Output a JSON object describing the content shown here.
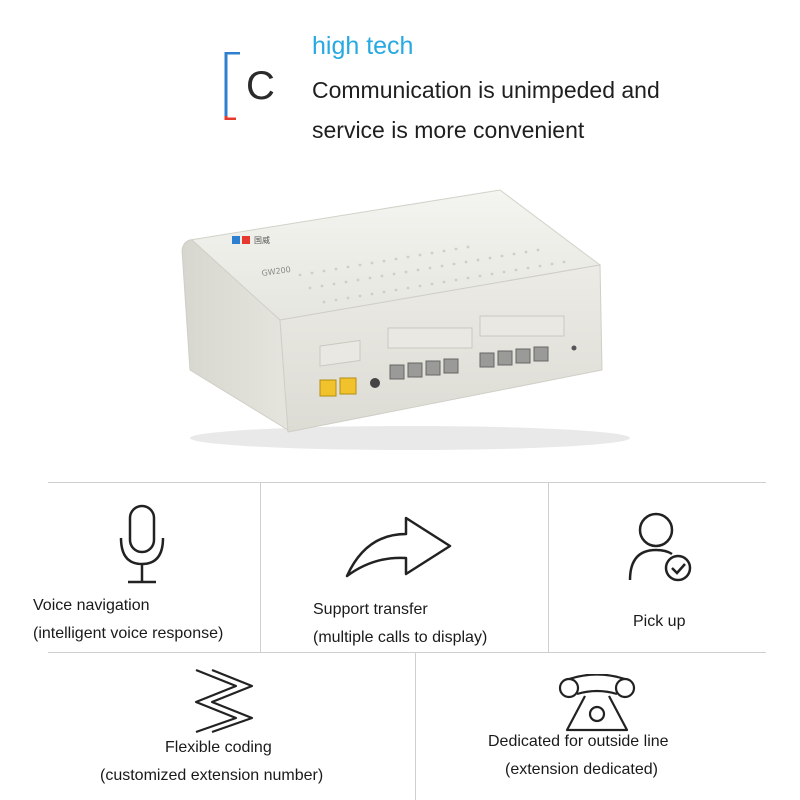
{
  "header": {
    "logo_letter": "C",
    "title": "high tech",
    "line1": "Communication is unimpeded and",
    "line2": "service is more convenient"
  },
  "product": {
    "model_label": "GW200",
    "brand_text": "国威"
  },
  "features": [
    {
      "icon": "microphone-icon",
      "line1": "Voice navigation",
      "line2": "(intelligent voice response)"
    },
    {
      "icon": "transfer-arrow-icon",
      "line1": "Support transfer",
      "line2": "(multiple calls to display)"
    },
    {
      "icon": "user-check-icon",
      "line1": "Pick up",
      "line2": ""
    },
    {
      "icon": "zigzag-coding-icon",
      "line1": "Flexible coding",
      "line2": "(customized extension number)"
    },
    {
      "icon": "telephone-icon",
      "line1": "Dedicated for outside line",
      "line2": "(extension dedicated)"
    }
  ],
  "colors": {
    "accent_blue": "#27a9e1",
    "bracket_blue": "#2e7fd0",
    "bracket_red": "#e5392f",
    "divider": "#cfcfcf"
  }
}
